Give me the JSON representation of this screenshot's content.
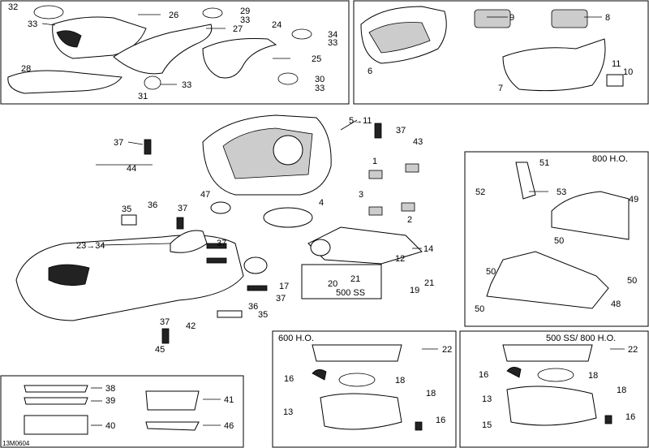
{
  "figure_code": "13M0604",
  "panels": {
    "p600": "600 H.O.",
    "p500_800": "500 SS/ 800 H.O.",
    "p800": "800 H.O.",
    "p500ss": "500 SS"
  },
  "callouts": {
    "c32": "32",
    "c26": "26",
    "c29": "29",
    "c33a": "33",
    "c33b": "33",
    "c27": "27",
    "c24": "24",
    "c34": "34",
    "c33c": "33",
    "c25": "25",
    "c28": "28",
    "c33d": "33",
    "c31": "31",
    "c30": "30",
    "c33e": "33",
    "c9": "9",
    "c8": "8",
    "c6": "6",
    "c11": "11",
    "c10": "10",
    "c7": "7",
    "c5": "5→11",
    "c37a": "37",
    "c43": "43",
    "c37b": "37",
    "c44": "44",
    "c1": "1",
    "c3": "3",
    "c2": "2",
    "c4": "4",
    "c47": "47",
    "c35a": "35",
    "c36a": "36",
    "c37c": "37",
    "c23": "23→34",
    "c37d": "37",
    "c14": "14",
    "c12": "12",
    "c21a": "21",
    "c20": "20",
    "c17": "17",
    "c37e": "37",
    "c19": "19",
    "c21b": "21",
    "c36b": "36",
    "c35b": "35",
    "c37f": "37",
    "c42": "42",
    "c45": "45",
    "c51": "51",
    "c52": "52",
    "c53": "53",
    "c49": "49",
    "c50a": "50",
    "c50b": "50",
    "c50c": "50",
    "c48": "48",
    "c50d": "50",
    "c22a": "22",
    "c16a": "16",
    "c18a": "18",
    "c18b": "18",
    "c13a": "13",
    "c16b": "16",
    "c22b": "22",
    "c16c": "16",
    "c18c": "18",
    "c13b": "13",
    "c18d": "18",
    "c15": "15",
    "c16d": "16",
    "c38": "38",
    "c39": "39",
    "c41": "41",
    "c40": "40",
    "c46": "46"
  }
}
